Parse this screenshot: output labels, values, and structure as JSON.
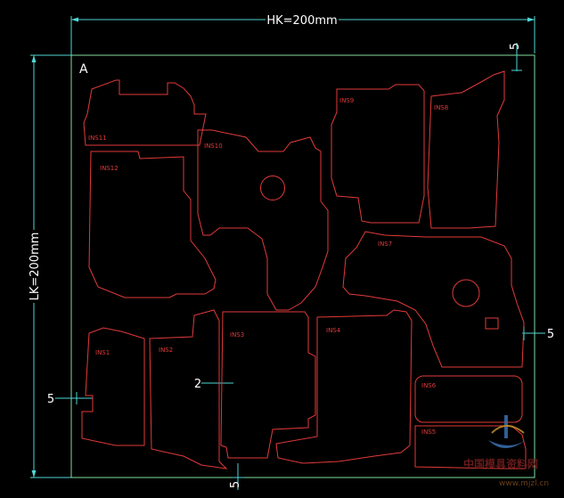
{
  "drawing": {
    "frame_label": "A",
    "width_dim": "HK=200mm",
    "height_dim": "LK=200mm",
    "gap_right_top": "5",
    "gap_right_mid": "5",
    "gap_left": "5",
    "gap_center": "2",
    "gap_bottom": "5"
  },
  "parts": {
    "ins11": "INS11",
    "ins12": "INS12",
    "ins10": "INS10",
    "ins9": "INS9",
    "ins8": "INS8",
    "ins7": "INS7",
    "ins1": "INS1",
    "ins2": "INS2",
    "ins3": "INS3",
    "ins4": "INS4",
    "ins6": "INS6",
    "ins5": "INS5"
  },
  "watermark": {
    "text": "中国模具资料网",
    "url": "www.mjzl.cn"
  },
  "colors": {
    "background": "#000000",
    "dimension": "#4fd6d6",
    "frame": "#7fe0a0",
    "part_outline": "#e23a3a"
  }
}
